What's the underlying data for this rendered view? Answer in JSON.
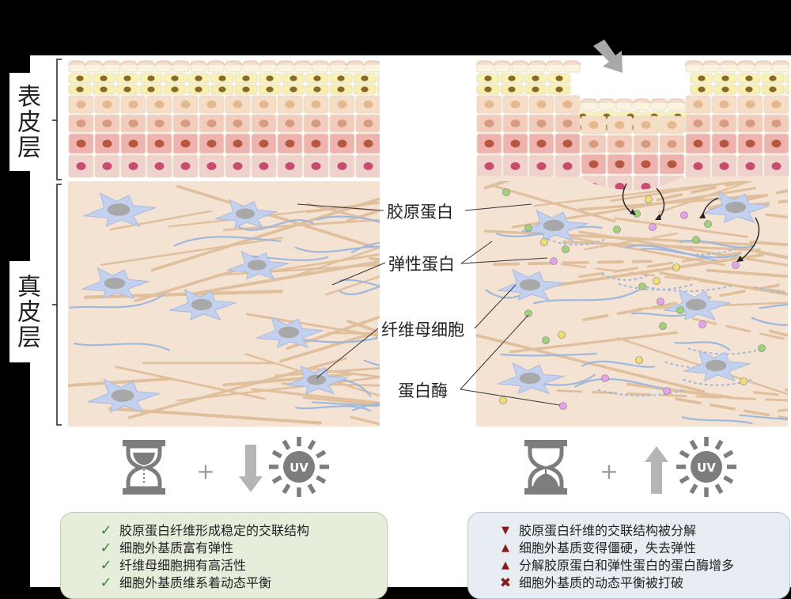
{
  "labels": {
    "epidermis": "表皮层",
    "dermis": "真皮层"
  },
  "annotations": {
    "collagen": "胶原蛋白",
    "elastin": "弹性蛋白",
    "fibroblast": "纤维母细胞",
    "protease": "蛋白酶"
  },
  "factors": {
    "uv": "UV",
    "plus": "+"
  },
  "left_panel": {
    "items": [
      {
        "icon": "check-icon",
        "text": "胶原蛋白纤维形成稳定的交联结构"
      },
      {
        "icon": "check-icon",
        "text": "细胞外基质富有弹性"
      },
      {
        "icon": "check-icon",
        "text": "纤维母细胞拥有高活性"
      },
      {
        "icon": "check-icon",
        "text": "细胞外基质维系着动态平衡"
      }
    ]
  },
  "right_panel": {
    "items": [
      {
        "icon": "arrow-down-icon",
        "text": "胶原蛋白纤维的交联结构被分解"
      },
      {
        "icon": "arrow-up-icon",
        "text": "细胞外基质变得僵硬，失去弹性"
      },
      {
        "icon": "arrow-up-icon",
        "text": "分解胶原蛋白和弹性蛋白的蛋白酶增多"
      },
      {
        "icon": "cross-icon",
        "text": "细胞外基质的动态平衡被打破"
      }
    ]
  },
  "colors": {
    "background": "#000000",
    "dermis": "#f4e3d3",
    "collagen": "#e0bf9d",
    "elastin": "#9fb8dc",
    "fibroblast": "#c3d0ee",
    "nucleus": "#a8a8a8",
    "protease_green": "#9fd27a",
    "protease_yellow": "#f1de72",
    "protease_pink": "#e6a2ec",
    "arrow_gray": "#b5b5b5",
    "icon_gray": "#7d7d7d"
  }
}
